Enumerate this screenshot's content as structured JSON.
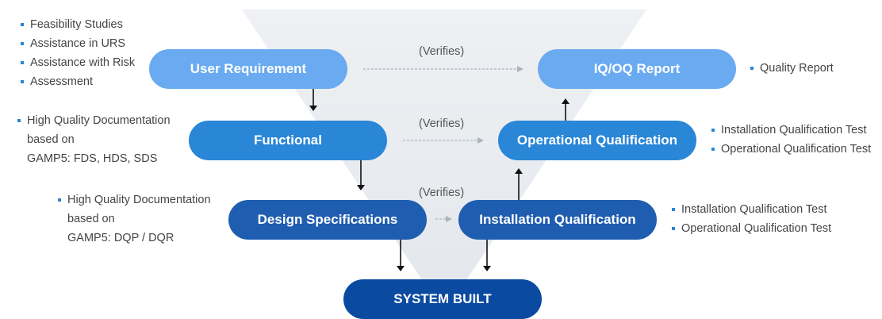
{
  "colors": {
    "light": "#6aaaf0",
    "mid": "#2a86d6",
    "deep": "#1f5db0",
    "darkest": "#0a4aa0",
    "funnel": "#e9ecef",
    "bullet": "#2a86d6"
  },
  "nodes": {
    "user_requirement": "User Requirement",
    "functional": "Functional",
    "design_specifications": "Design Specifications",
    "system_built": "SYSTEM BUILT",
    "installation_qualification": "Installation Qualification",
    "operational_qualification": "Operational Qualification",
    "iqoq_report": "IQ/OQ Report"
  },
  "verifies": {
    "top": "(Verifies)",
    "middle": "(Verifies)",
    "bottom": "(Verifies)"
  },
  "notes": {
    "user_requirement": [
      "Feasibility Studies",
      "Assistance in URS",
      "Assistance with Risk",
      "Assessment"
    ],
    "functional": [
      "High Quality Documentation",
      "based on",
      "GAMP5: FDS, HDS, SDS"
    ],
    "design": [
      "High Quality Documentation",
      "based on",
      "GAMP5: DQP / DQR"
    ],
    "iqoq_report": [
      "Quality Report"
    ],
    "operational": [
      "Installation Qualification Test",
      "Operational Qualification Test"
    ],
    "installation": [
      "Installation Qualification Test",
      "Operational Qualification Test"
    ]
  }
}
